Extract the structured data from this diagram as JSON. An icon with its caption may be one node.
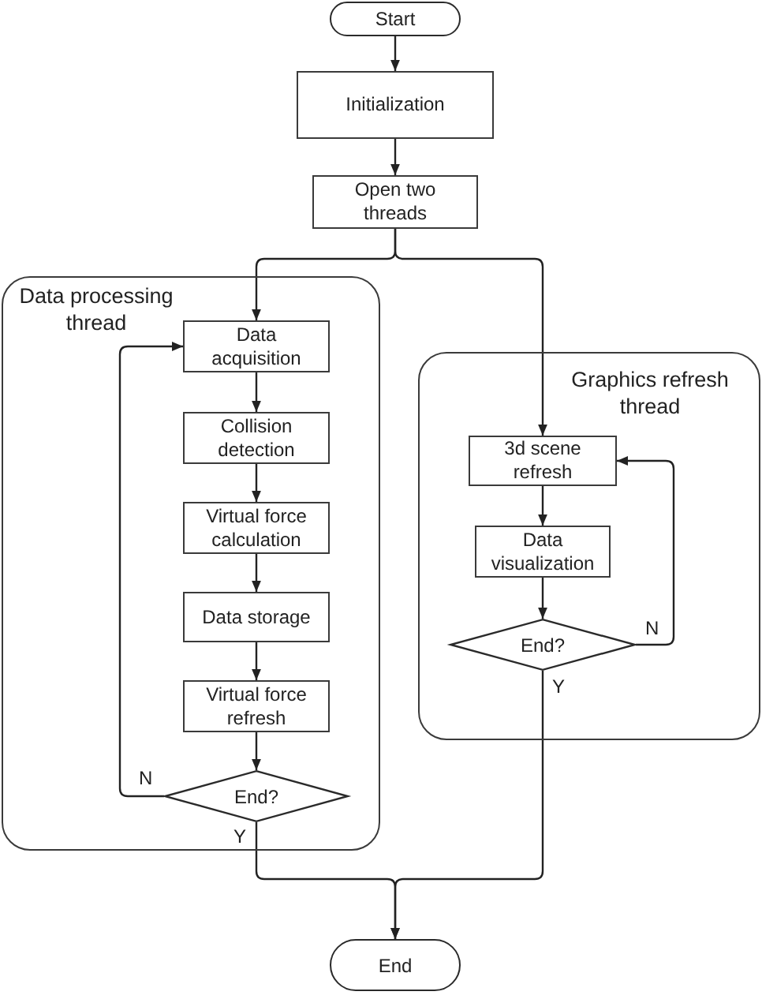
{
  "diagram": {
    "nodes": [
      {
        "text": [
          "Start"
        ]
      },
      {
        "text": [
          "Initialization"
        ]
      },
      {
        "text": [
          "Open two threads"
        ]
      },
      {
        "text": [
          "Data processing thread"
        ]
      },
      {
        "text": [
          "Data acquisition"
        ],
        "in": 3
      },
      {
        "text": [
          "Collision detection"
        ],
        "in": 3
      },
      {
        "text": [
          "Virtual force calculation"
        ],
        "in": 3
      },
      {
        "text": [
          "Data storage"
        ],
        "in": 3
      },
      {
        "text": [
          "Virtual force refresh"
        ],
        "in": 3
      },
      {
        "text": [
          "End?"
        ],
        "in": 3
      },
      {
        "text": [
          "Graphics refresh thread"
        ]
      },
      {
        "text": [
          "3d scene refresh"
        ],
        "in": 10
      },
      {
        "text": [
          "Data visualization"
        ],
        "in": 10
      },
      {
        "text": [
          "End?"
        ],
        "in": 10
      },
      {
        "text": [
          "End"
        ]
      }
    ],
    "edges": [
      {
        "from": 0,
        "to": 1,
        "arrow": "to"
      },
      {
        "from": 1,
        "to": 2,
        "arrow": "to"
      },
      {
        "from": 2,
        "to": 4,
        "arrow": "to"
      },
      {
        "from": 2,
        "to": 11,
        "arrow": "to"
      },
      {
        "from": 4,
        "to": 5,
        "arrow": "to"
      },
      {
        "from": 5,
        "to": 6,
        "arrow": "to"
      },
      {
        "from": 6,
        "to": 7,
        "arrow": "to"
      },
      {
        "from": 7,
        "to": 8,
        "arrow": "to"
      },
      {
        "from": 8,
        "to": 9,
        "arrow": "to"
      },
      {
        "from": 9,
        "to": 4,
        "arrow": "to",
        "label": "N"
      },
      {
        "from": 9,
        "to": 14,
        "arrow": "to",
        "label": "Y"
      },
      {
        "from": 11,
        "to": 12,
        "arrow": "to"
      },
      {
        "from": 12,
        "to": 13,
        "arrow": "to"
      },
      {
        "from": 13,
        "to": 11,
        "arrow": "to",
        "label": "N"
      },
      {
        "from": 13,
        "to": 14,
        "arrow": "to",
        "label": "Y"
      }
    ]
  }
}
